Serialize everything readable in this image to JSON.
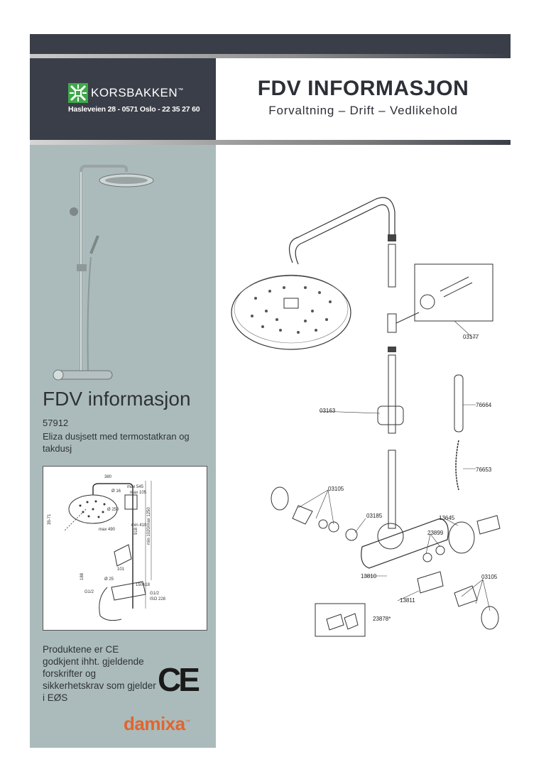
{
  "header": {
    "title": "FDV INFORMASJON",
    "subtitle": "Forvaltning – Drift – Vedlikehold"
  },
  "brand": {
    "name": "KORSBAKKEN",
    "trademark": "™",
    "address": "Hasleveien 28 - 0571 Oslo - 22 35 27 60",
    "accent_color": "#3ea84a"
  },
  "sidebar": {
    "title": "FDV informasjon",
    "product_code": "57912",
    "product_description": "Eliza dusjsett med termostatkran og takdusj",
    "ce_text": "Produktene er CE godkjent ihht. gjeldende forskrifter og sikkerhetskrav som gjelder i EØS",
    "ce_mark": "CE",
    "manufacturer": "damixa",
    "manufacturer_tm": "™",
    "manufacturer_color": "#e0652f"
  },
  "dimensions": {
    "d1": "380",
    "d2": "max 545",
    "d3": "max 105",
    "d4": "Ø 16",
    "d5": "Ø 250",
    "d6": "35-71",
    "d7": "max 490",
    "d8": "min 1020/max 1250",
    "d9": "918",
    "d10": "min 410",
    "d11": "101",
    "d12": "188",
    "d13": "G1/2",
    "d14": "Ø 25",
    "d15": "G1/2",
    "d16": "ISO 228",
    "d17": "150±18"
  },
  "parts": {
    "p1": "03177",
    "p2": "03163",
    "p3": "76664",
    "p4": "76653",
    "p5": "03105",
    "p6": "03185",
    "p7": "13645",
    "p8": "23899",
    "p9": "13810",
    "p10": "13811",
    "p11": "03105",
    "p12": "23878*"
  },
  "colors": {
    "dark_band": "#3a3e48",
    "sidebar_bg": "#abbbbb"
  }
}
